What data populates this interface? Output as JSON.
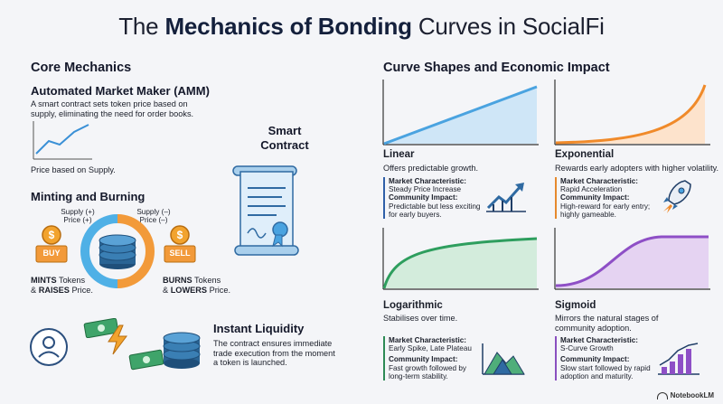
{
  "title": {
    "prefix": "The ",
    "bold": "Mechanics of Bonding",
    "suffix": " Curves in SocialFi"
  },
  "left": {
    "heading": "Core Mechanics",
    "amm": {
      "title": "Automated Market Maker (AMM)",
      "desc_1": "A smart contract sets token price based on",
      "desc_2": "supply, eliminating the need for order books.",
      "caption": "Price based on Supply."
    },
    "minting": {
      "title": "Minting and Burning",
      "supply_plus_1": "Supply (+)",
      "supply_plus_2": "Price (+)",
      "supply_minus_1": "Supply (–)",
      "supply_minus_2": "Price (–)",
      "buy": "BUY",
      "sell": "SELL",
      "mints_bold": "MINTS",
      "mints_rest": " Tokens",
      "raises_pre": "& ",
      "raises_bold": "RAISES",
      "raises_post": " Price.",
      "burns_bold": "BURNS",
      "burns_rest": " Tokens",
      "lowers_pre": "& ",
      "lowers_bold": "LOWERS",
      "lowers_post": " Price."
    },
    "liquidity": {
      "title": "Instant Liquidity",
      "desc_1": "The contract ensures immediate",
      "desc_2": "trade execution from the moment",
      "desc_3": "a token is launched."
    }
  },
  "center": {
    "smart_1": "Smart",
    "smart_2": "Contract"
  },
  "right": {
    "heading": "Curve Shapes and Economic Impact",
    "cards": [
      {
        "name": "Linear",
        "desc_1": "Offers predictable growth.",
        "desc_2": "",
        "mc_label": "Market Characteristic:",
        "mc_value": "Steady Price Increase",
        "ci_label": "Community Impact:",
        "ci_1": "Predictable but less exciting",
        "ci_2": "for early buyers.",
        "color": "#4aa3e0"
      },
      {
        "name": "Exponential",
        "desc_1": "Rewards early adopters with higher volatility.",
        "desc_2": "",
        "mc_label": "Market Characteristic:",
        "mc_value": "Rapid Acceleration",
        "ci_label": "Community Impact:",
        "ci_1": "High-reward for early entry;",
        "ci_2": "highly gameable.",
        "color": "#f08a2a"
      },
      {
        "name": "Logarithmic",
        "desc_1": "Stabilises over time.",
        "desc_2": "",
        "mc_label": "Market Characteristic:",
        "mc_value": "Early Spike, Late Plateau",
        "ci_label": "Community Impact:",
        "ci_1": "Fast growth followed by",
        "ci_2": "long-term stability.",
        "color": "#2e9e5e"
      },
      {
        "name": "Sigmoid",
        "desc_1": "Mirrors the natural stages of",
        "desc_2": "community adoption.",
        "mc_label": "Market Characteristic:",
        "mc_value": "S-Curve Growth",
        "ci_label": "Community Impact:",
        "ci_1": "Slow start followed by rapid",
        "ci_2": "adoption and maturity.",
        "color": "#8e4fc6"
      }
    ]
  },
  "footer": {
    "logo": "NotebookLM"
  }
}
